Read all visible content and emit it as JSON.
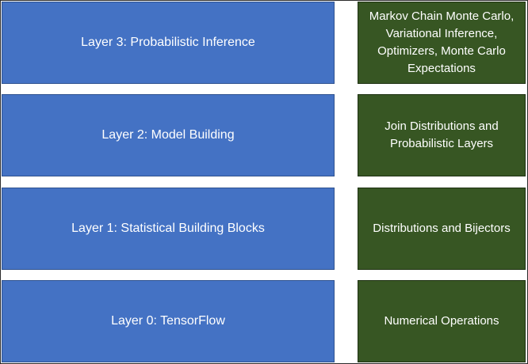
{
  "layers": [
    {
      "label": "Layer 3: Probabilistic Inference",
      "description": "Markov Chain Monte Carlo, Variational Inference, Optimizers, Monte Carlo Expectations"
    },
    {
      "label": "Layer 2: Model Building",
      "description": "Join Distributions and Probabilistic Layers"
    },
    {
      "label": "Layer 1: Statistical Building Blocks",
      "description": "Distributions and Bijectors"
    },
    {
      "label": "Layer 0: TensorFlow",
      "description": "Numerical Operations"
    }
  ],
  "colors": {
    "layer_fill": "#4472c4",
    "description_fill": "#375623",
    "text": "#ffffff"
  }
}
